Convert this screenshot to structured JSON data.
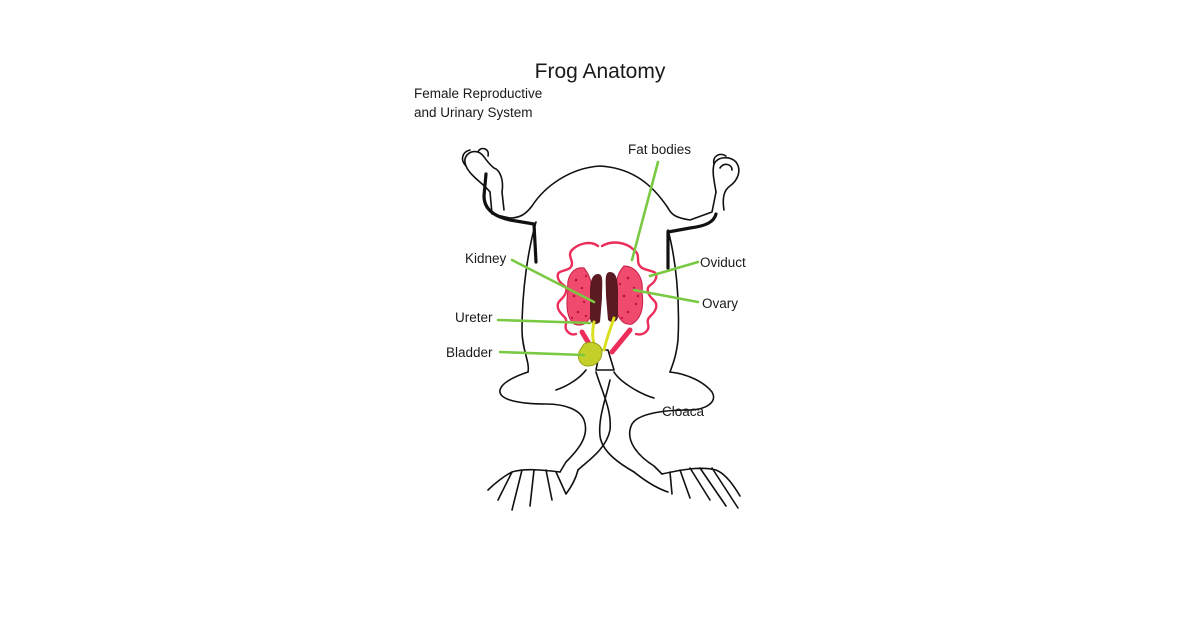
{
  "title": "Frog Anatomy",
  "subtitle_lines": [
    "Female Reproductive",
    "and Urinary System"
  ],
  "labels": {
    "fat_bodies": "Fat bodies",
    "kidney": "Kidney",
    "oviduct": "Oviduct",
    "ovary": "Ovary",
    "ureter": "Ureter",
    "bladder": "Bladder",
    "cloaca": "Cloaca"
  },
  "colors": {
    "outline": "#111111",
    "leader_line": "#7ac943",
    "oviduct": "#ec2d5a",
    "ovary": "#f04a6e",
    "ovary_speckle": "#b8143c",
    "kidney": "#5a1a22",
    "ureter": "#d9e021",
    "bladder": "#c5cf2a"
  }
}
